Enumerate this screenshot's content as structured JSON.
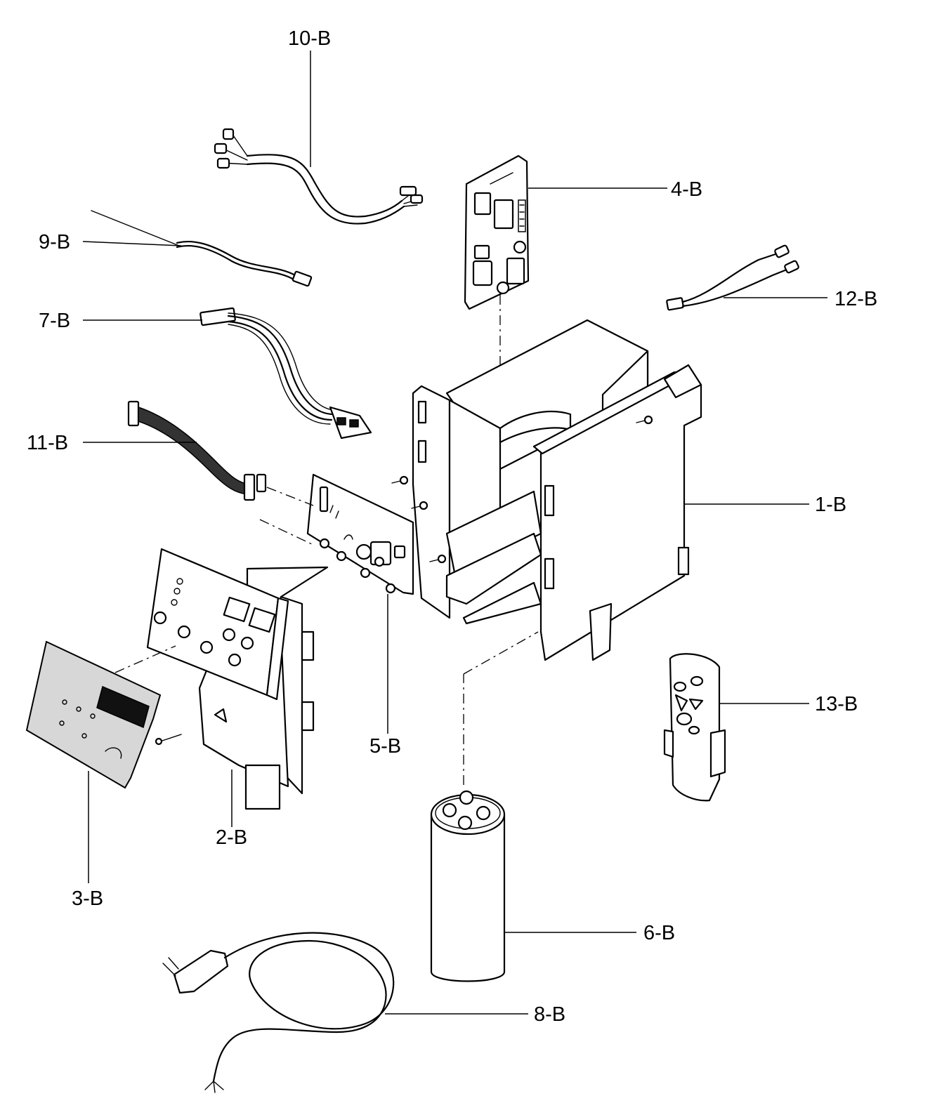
{
  "labels": {
    "p1": "1-B",
    "p2": "2-B",
    "p3": "3-B",
    "p4": "4-B",
    "p5": "5-B",
    "p6": "6-B",
    "p7": "7-B",
    "p8": "8-B",
    "p9": "9-B",
    "p10": "10-B",
    "p11": "11-B",
    "p12": "12-B",
    "p13": "13-B"
  }
}
